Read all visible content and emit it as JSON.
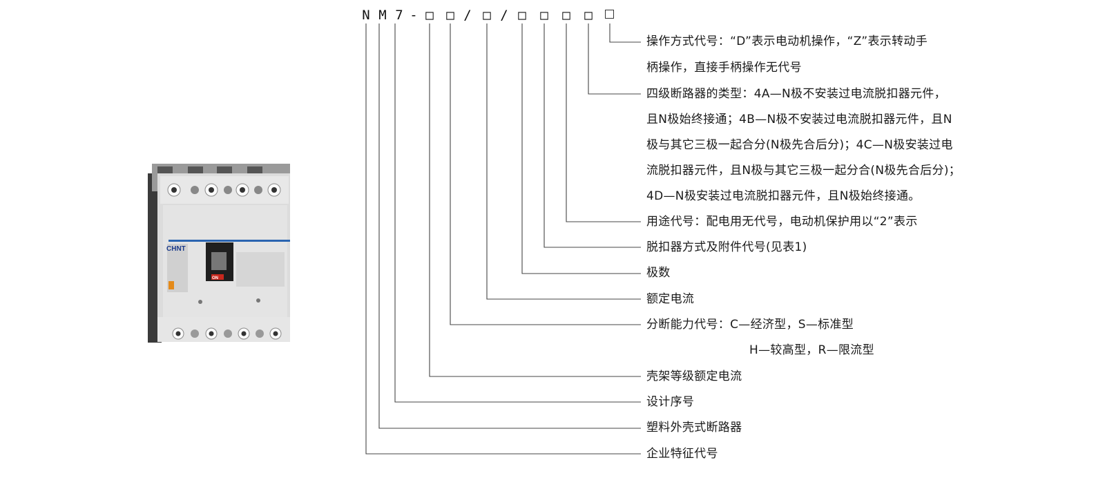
{
  "code": {
    "chars": [
      "N",
      "M",
      "7",
      "-",
      "□",
      "□",
      "/",
      "□",
      "/",
      "□",
      "□",
      "□",
      "□"
    ]
  },
  "product": {
    "brand": "CHNT",
    "switch_label": "ON"
  },
  "descriptions": [
    {
      "id": "operation",
      "lines": [
        "操作方式代号：“D”表示电动机操作，“Z”表示转动手",
        "柄操作，直接手柄操作无代号"
      ]
    },
    {
      "id": "four-pole-type",
      "lines": [
        "四级断路器的类型：4A—N极不安装过电流脱扣器元件，",
        "且N极始终接通；4B—N极不安装过电流脱扣器元件，且N",
        "极与其它三极一起合分(N极先合后分)；4C—N极安装过电",
        "流脱扣器元件，且N极与其它三极一起分合(N极先合后分)；",
        "4D—N极安装过电流脱扣器元件，且N极始终接通。"
      ]
    },
    {
      "id": "usage",
      "lines": [
        "用途代号：配电用无代号，电动机保护用以“2”表示"
      ]
    },
    {
      "id": "release",
      "lines": [
        "脱扣器方式及附件代号(见表1)"
      ]
    },
    {
      "id": "poles",
      "lines": [
        "极数"
      ]
    },
    {
      "id": "rated-current",
      "lines": [
        "额定电流"
      ]
    },
    {
      "id": "breaking-capacity",
      "lines": [
        "分断能力代号：C—经济型，S—标准型",
        "H—较高型，R—限流型"
      ]
    },
    {
      "id": "frame-current",
      "lines": [
        "壳架等级额定电流"
      ]
    },
    {
      "id": "design-serial",
      "lines": [
        "设计序号"
      ]
    },
    {
      "id": "mccb",
      "lines": [
        "塑料外壳式断路器"
      ]
    },
    {
      "id": "enterprise",
      "lines": [
        "企业特征代号"
      ]
    }
  ]
}
